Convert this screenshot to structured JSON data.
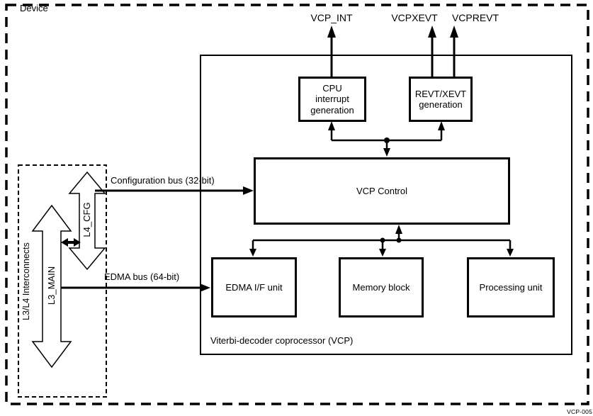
{
  "diagram": {
    "device_label": "Device",
    "figure_id": "VCP-005",
    "signals": {
      "vcp_int": "VCP_INT",
      "vcpxevt": "VCPXEVT",
      "vcprevt": "VCPREVT"
    },
    "buses": {
      "config": "Configuration bus (32-bit)",
      "edma": "EDMA bus (64-bit)"
    },
    "interconnect": {
      "label": "L3/L4 Interconnects",
      "l4_cfg": "L4_CFG",
      "l3_main": "L3_MAIN"
    },
    "vcp": {
      "caption": "Viterbi-decoder coprocessor (VCP)",
      "blocks": {
        "cpu_int": "CPU interrupt generation",
        "revt_xevt": "REVT/XEVT generation",
        "control": "VCP Control",
        "edma_if": "EDMA I/F unit",
        "memory": "Memory block",
        "processing": "Processing unit"
      }
    },
    "colors": {
      "line": "#000000",
      "background": "#ffffff"
    }
  }
}
